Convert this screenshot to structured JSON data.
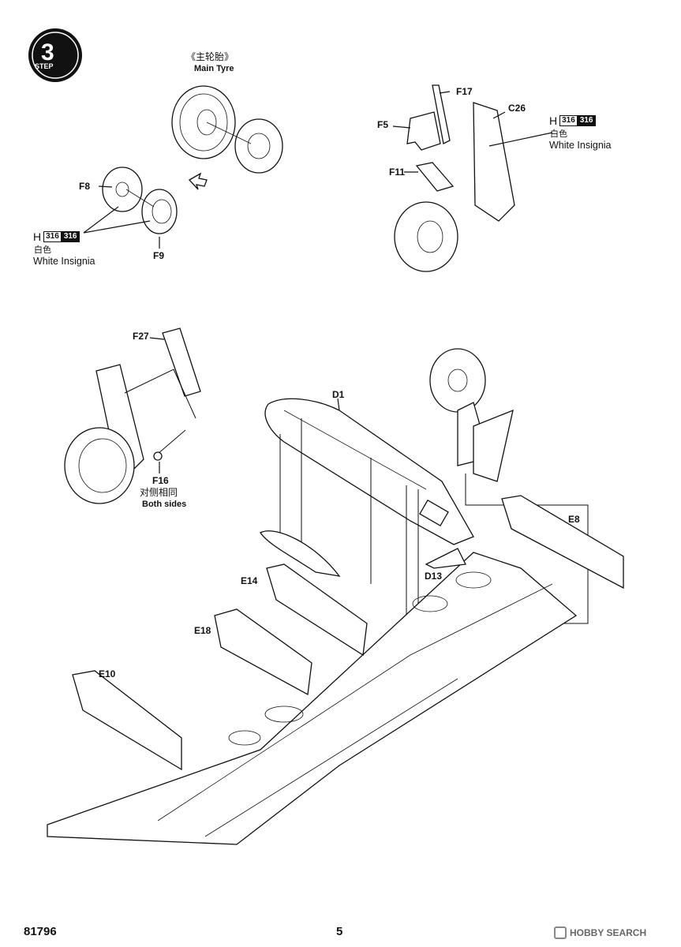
{
  "step": {
    "number": "3",
    "word": "STEP"
  },
  "main_tyre": {
    "cn": "《主轮胎》",
    "en": "Main Tyre"
  },
  "parts": {
    "f17": "F17",
    "c26": "C26",
    "f5": "F5",
    "f11": "F11",
    "f8": "F8",
    "f9": "F9",
    "f27": "F27",
    "f16": "F16",
    "d1": "D1",
    "d13": "D13",
    "e8": "E8",
    "e14": "E14",
    "e18": "E18",
    "e10": "E10"
  },
  "paint_right": {
    "prefix": "H",
    "code1": "316",
    "code2": "316",
    "cn": "白色",
    "en": "White Insignia"
  },
  "paint_left": {
    "prefix": "H",
    "code1": "316",
    "code2": "316",
    "cn": "白色",
    "en": "White Insignia"
  },
  "both_sides": {
    "cn": "对侧相同",
    "en": "Both sides"
  },
  "footer": {
    "model": "81796",
    "page": "5",
    "watermark": "HOBBY SEARCH"
  },
  "colors": {
    "ink": "#111111",
    "paint_dark": "#111111"
  }
}
